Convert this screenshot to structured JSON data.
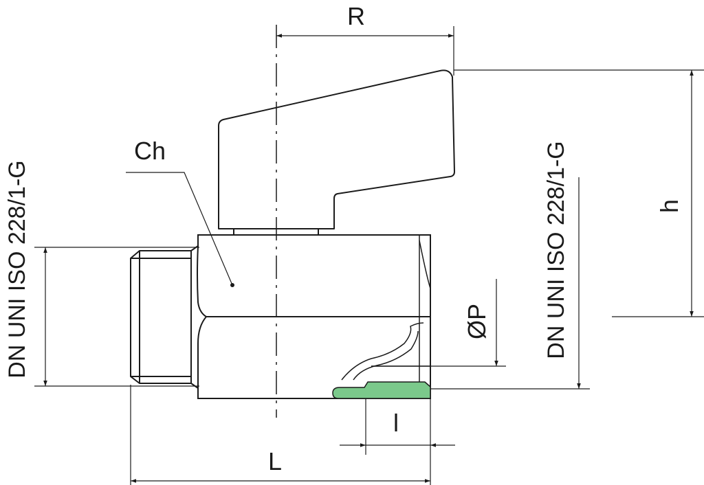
{
  "labels": {
    "R": "R",
    "Ch": "Ch",
    "h": "h",
    "P": "ØP",
    "L": "L",
    "l": "l",
    "thread_left": "DN UNI ISO 228/1-G",
    "thread_right": "DN UNI ISO 228/1-G"
  },
  "colors": {
    "line": "#1a1a1a",
    "handle_fill": "#ffffff",
    "seal_fill": "#7bc98b"
  }
}
